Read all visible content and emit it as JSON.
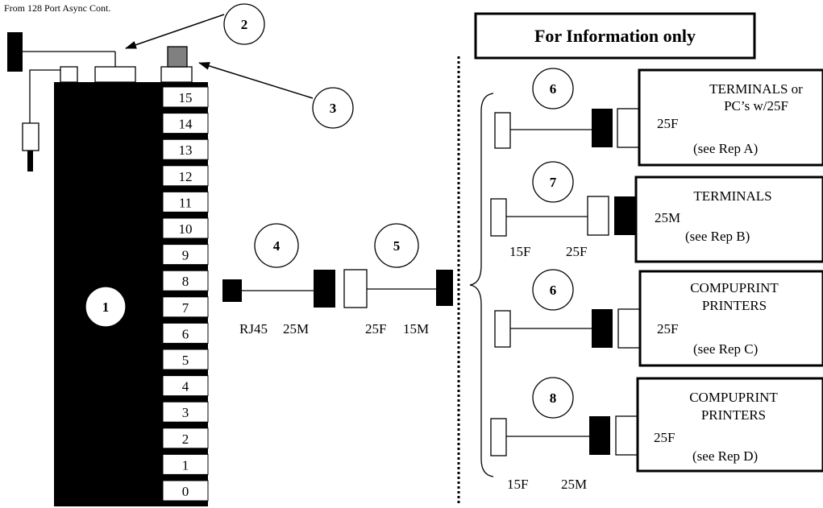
{
  "source_label": "From 128 Port Async Cont.",
  "info_title": "For Information only",
  "callouts": {
    "c1": "1",
    "c2": "2",
    "c3": "3",
    "c4": "4",
    "c5": "5",
    "c6a": "6",
    "c7": "7",
    "c6b": "6",
    "c8": "8"
  },
  "ports": [
    "15",
    "14",
    "13",
    "12",
    "11",
    "10",
    "9",
    "8",
    "7",
    "6",
    "5",
    "4",
    "3",
    "2",
    "1",
    "0"
  ],
  "cable_labels": {
    "rj45": "RJ45",
    "m25": "25M",
    "f25": "25F",
    "m15": "15M"
  },
  "devices": [
    {
      "lines": [
        "TERMINALS or",
        "PC’s w/25F"
      ],
      "conn": "25F",
      "rep": "(see Rep A)"
    },
    {
      "lines": [
        "TERMINALS"
      ],
      "conn": "25M",
      "rep": "(see Rep B)"
    },
    {
      "lines": [
        "COMPUPRINT",
        "PRINTERS"
      ],
      "conn": "25F",
      "rep": "(see Rep C)"
    },
    {
      "lines": [
        "COMPUPRINT",
        "PRINTERS"
      ],
      "conn": "25F",
      "rep": "(see Rep D)"
    }
  ],
  "right_cable_labels": {
    "r2_left": "15F",
    "r2_right": "25F",
    "r4_left": "15F",
    "r4_right": "25M"
  }
}
